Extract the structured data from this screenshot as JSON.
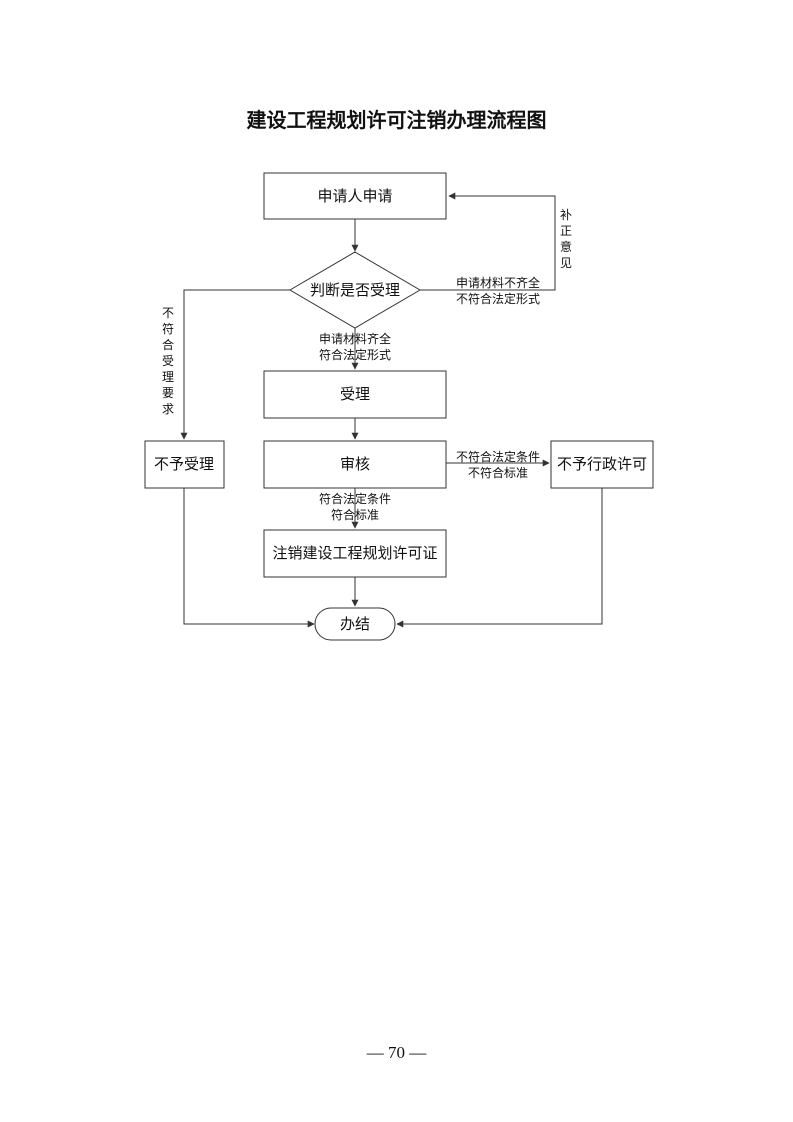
{
  "title": "建设工程规划许可注销办理流程图",
  "nodes": {
    "apply": "申请人申请",
    "decide": "判断是否受理",
    "accept": "受理",
    "review": "审核",
    "cancel": "注销建设工程规划许可证",
    "reject": "不予受理",
    "deny": "不予行政许可",
    "end": "办结"
  },
  "edge_labels": {
    "correction": [
      "补",
      "正",
      "意",
      "见"
    ],
    "incomplete": [
      "申请材料不齐全",
      "不符合法定形式"
    ],
    "complete": [
      "申请材料齐全",
      "符合法定形式"
    ],
    "not_meet": [
      "不",
      "符",
      "合",
      "受",
      "理",
      "要",
      "求"
    ],
    "review_fail": [
      "不符合法定条件",
      "不符合标准"
    ],
    "review_pass": [
      "符合法定条件",
      "符合标准"
    ]
  },
  "page_number": "— 70 —"
}
